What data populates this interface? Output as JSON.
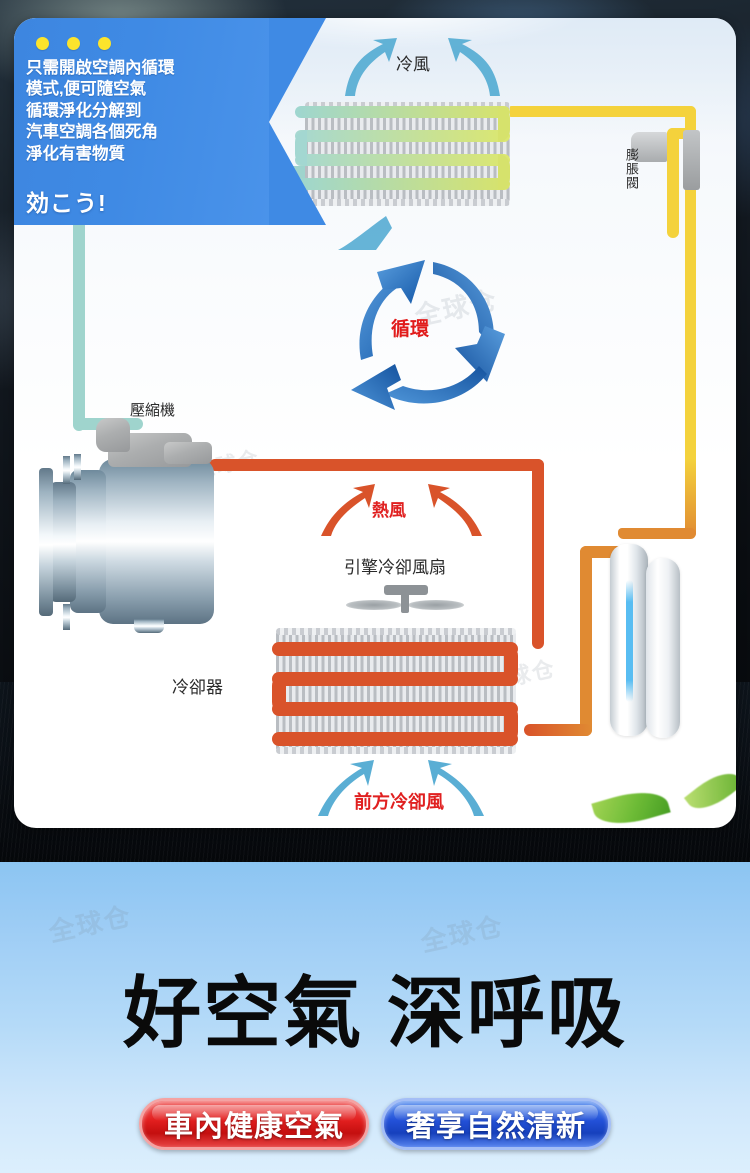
{
  "banner": {
    "dots_count": 3,
    "lines": [
      "只需開啟空調內循環",
      "模式,便可隨空氣",
      "循環淨化分解到",
      "汽車空調各個死角",
      "淨化有害物質"
    ],
    "jp_slogan": "効こう!",
    "bg_color": "#3f8ae4",
    "dot_color": "#fbe42c"
  },
  "diagram": {
    "labels": {
      "cold_air": "冷風",
      "expansion_valve": "膨脹閥",
      "circulation": "循環",
      "compressor": "壓縮機",
      "hot_air": "熱風",
      "engine_cooling_fan": "引擎冷卻風扇",
      "condenser": "冷卻器",
      "front_cooling_air": "前方冷卻風"
    },
    "colors": {
      "cold_pipe": "#9fd4cd",
      "yellow_pipe": "#f4d23c",
      "orange_pipe": "#e08a32",
      "hot_pipe": "#d9532a",
      "cold_arrow": "#5aaed4",
      "hot_arrow": "#d9532a",
      "circulation_arrow": "#1f6fc4",
      "red_text": "#e02020"
    },
    "watermark": "全球仓"
  },
  "promo": {
    "headline": "好空氣 深呼吸",
    "pills": [
      {
        "label": "車內健康空氣",
        "color": "#e21f1f"
      },
      {
        "label": "奢享自然清新",
        "color": "#2351d8"
      }
    ],
    "watermark": "全球仓"
  }
}
